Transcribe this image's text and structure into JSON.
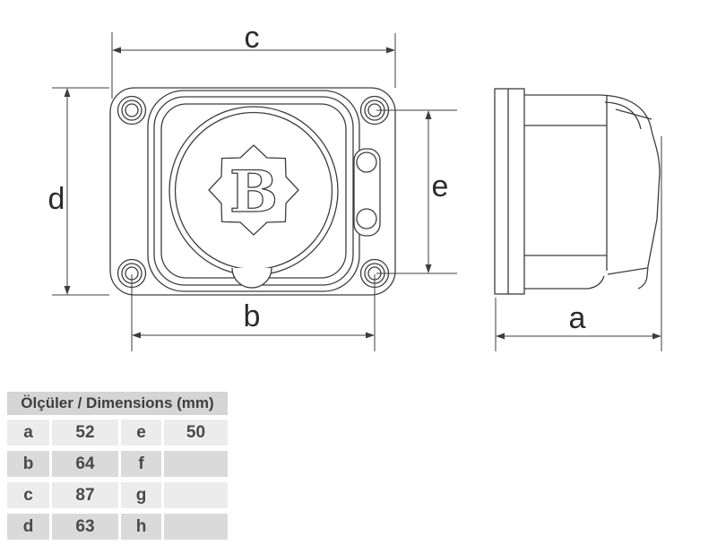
{
  "drawing": {
    "front_view": {
      "logo_letter": "B",
      "dim_top": "c",
      "dim_left": "d",
      "dim_bottom": "b",
      "dim_right": "e"
    },
    "side_view": {
      "dim_bottom": "a"
    }
  },
  "table": {
    "header": "Ölçüler / Dimensions (mm)",
    "rows": [
      {
        "dim1": "a",
        "val1": "52",
        "dim2": "e",
        "val2": "50"
      },
      {
        "dim1": "b",
        "val1": "64",
        "dim2": "f",
        "val2": ""
      },
      {
        "dim1": "c",
        "val1": "87",
        "dim2": "g",
        "val2": ""
      },
      {
        "dim1": "d",
        "val1": "63",
        "dim2": "h",
        "val2": ""
      }
    ]
  },
  "colors": {
    "line": "#3d3d3d",
    "label_text": "#2b2b2b",
    "table_header_bg": "#d5d5d5",
    "table_row_light": "#ececec",
    "table_row_dark": "#dadada",
    "table_text": "#4a4a4a",
    "background": "#ffffff"
  }
}
